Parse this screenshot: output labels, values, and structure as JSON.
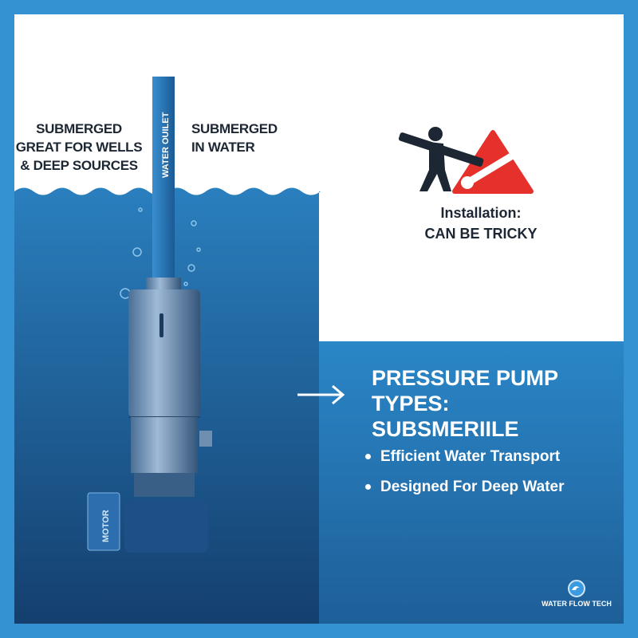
{
  "left_note": {
    "line1": "SUBMERGED",
    "line2": "GREAT FOR WELLS",
    "line3": "& DEEP SOURCES"
  },
  "right_note": {
    "line1": "SUBMERGED",
    "line2": "IN WATER"
  },
  "pipe_label": "WATER OUILET",
  "motor_label": "MOTOR",
  "installation": {
    "line1": "Installation:",
    "line2": "CAN BE TRICKY",
    "icon": "warning-wrench-icon"
  },
  "panel": {
    "title1": "PRESSURE PUMP TYPES:",
    "title2": "SUBSMERIILE",
    "bullets": [
      "Efficient Water Transport",
      "Designed For Deep Water"
    ]
  },
  "logo": {
    "text": "WATER FLOW TECH"
  },
  "colors": {
    "frame": "#3592d2",
    "water": "#1f5f98",
    "warning": "#e5302c",
    "text": "#1c2733"
  }
}
